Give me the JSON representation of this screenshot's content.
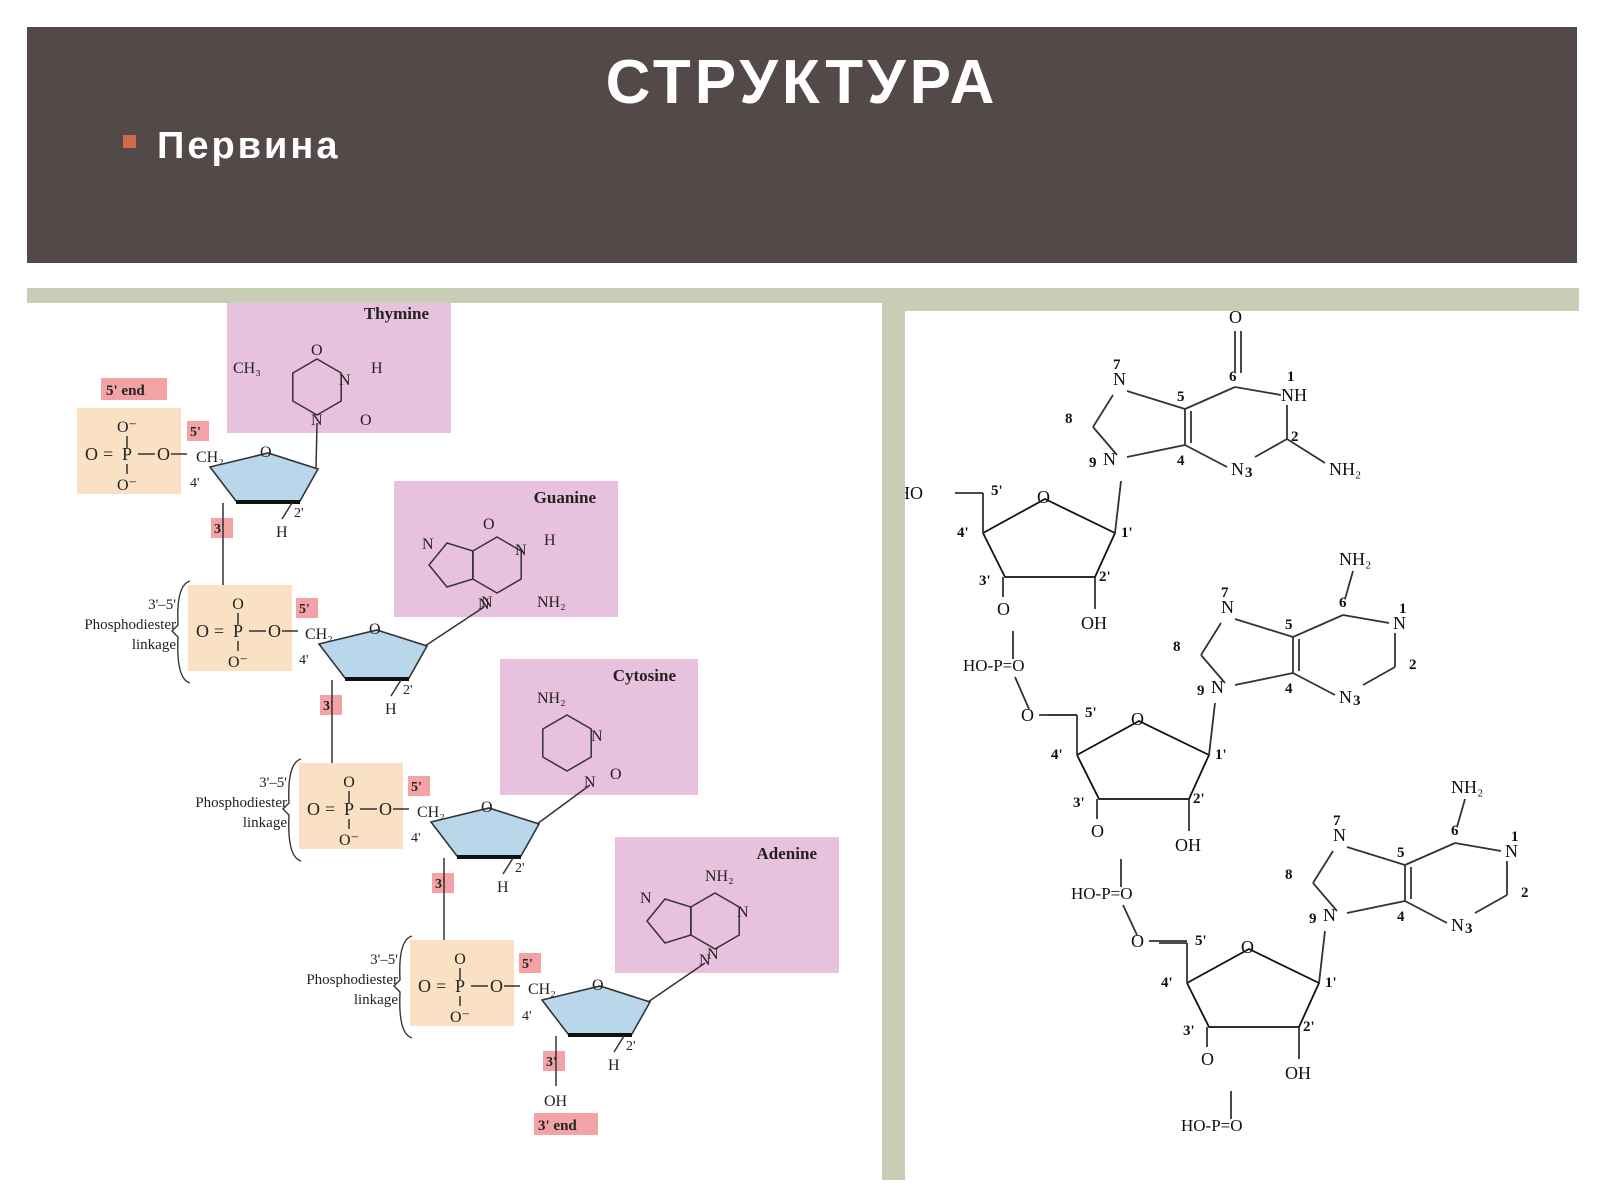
{
  "slide": {
    "title": "СТРУКТУРА",
    "bullet": "Первина"
  },
  "left_diagram": {
    "end_5_label": "5' end",
    "end_3_label": "3' end",
    "bases": [
      "Thymine",
      "Guanine",
      "Cytosine",
      "Adenine"
    ],
    "linkage": [
      "3'–5'",
      "Phosphodiester",
      "linkage"
    ],
    "labels": {
      "prime5": "5'",
      "prime4": "4'",
      "prime3": "3'",
      "prime2": "2'",
      "O": "O",
      "Ominus": "O⁻",
      "P": "P",
      "CH2": "CH₂",
      "CH3": "CH₃",
      "H": "H",
      "N": "N",
      "NH2": "NH₂",
      "OH": "OH",
      "equals": "="
    },
    "colors": {
      "phosphate": "#fbe1c4",
      "base": "#e8c1de",
      "prime_tag": "#f3a3a6",
      "sugar": "#b9d7ea"
    }
  },
  "right_diagram": {
    "HO": "HO",
    "HOP": "HO-P=O",
    "O": "O",
    "OH": "OH",
    "N": "N",
    "NH": "NH",
    "NH2": "NH₂",
    "nums": [
      "1",
      "2",
      "3",
      "4",
      "5",
      "6",
      "7",
      "8",
      "9"
    ],
    "primes": [
      "1'",
      "2'",
      "3'",
      "4'",
      "5'"
    ]
  }
}
